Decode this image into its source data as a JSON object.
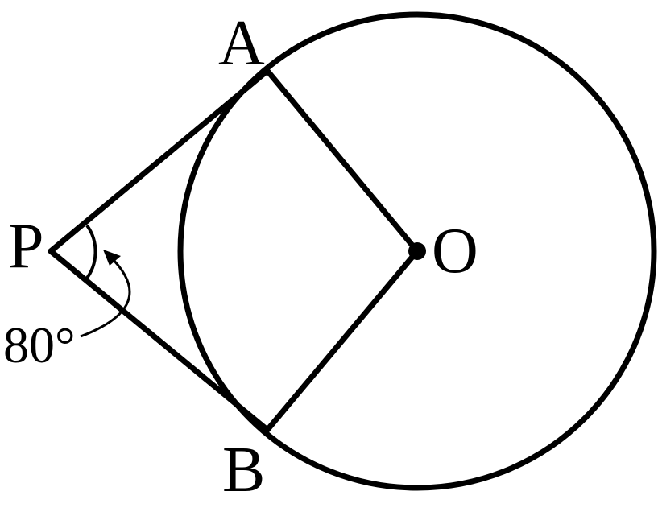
{
  "diagram": {
    "points": {
      "A": "A",
      "B": "B",
      "P": "P",
      "O": "O"
    },
    "angle_label": "80°",
    "colors": {
      "stroke": "#000000",
      "background": "#ffffff"
    }
  }
}
